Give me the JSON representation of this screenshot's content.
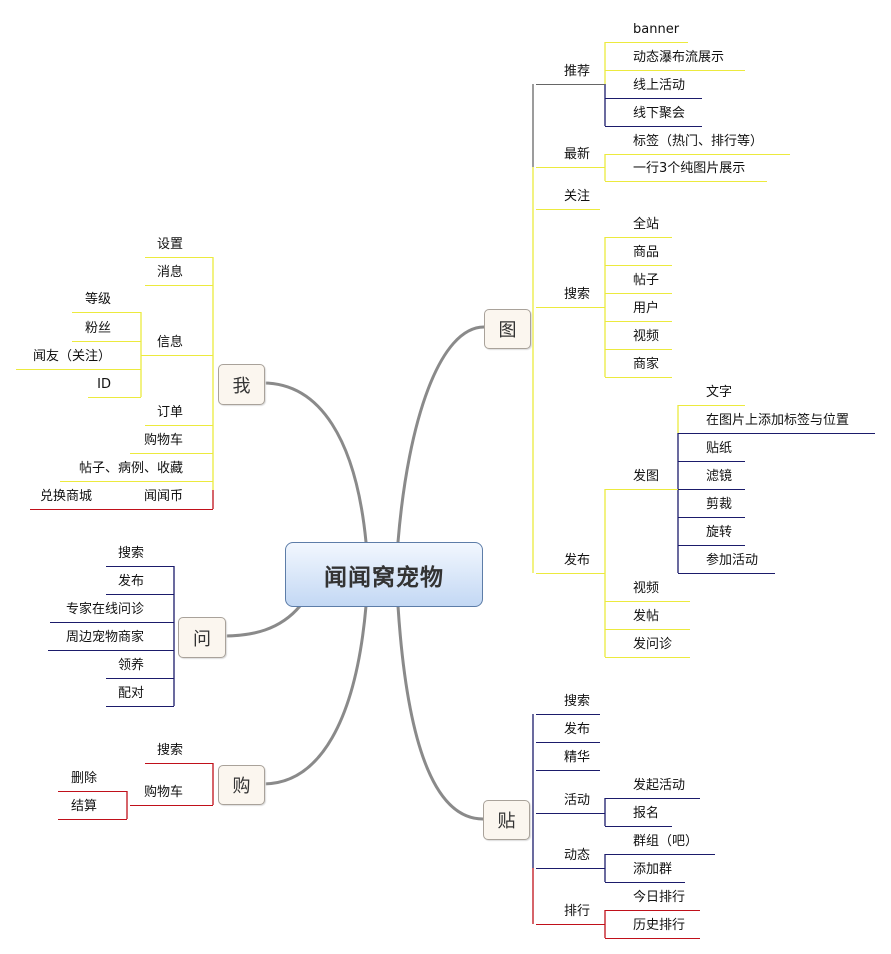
{
  "title": "闻闻窝宠物",
  "colors": {
    "yellow": "#ecea3e",
    "navy": "#1b1b6b",
    "red": "#c0101a",
    "grey": "#666666",
    "link": "#8a8a8a"
  },
  "tu": {
    "label": "图",
    "items": [
      {
        "label": "推荐",
        "children": [
          {
            "label": "banner"
          },
          {
            "label": "动态瀑布流展示"
          },
          {
            "label": "线上活动"
          },
          {
            "label": "线下聚会"
          }
        ]
      },
      {
        "label": "最新",
        "children": [
          {
            "label": "标签（热门、排行等）"
          },
          {
            "label": "一行3个纯图片展示"
          }
        ]
      },
      {
        "label": "关注"
      },
      {
        "label": "搜索",
        "children": [
          {
            "label": "全站"
          },
          {
            "label": "商品"
          },
          {
            "label": "帖子"
          },
          {
            "label": "用户"
          },
          {
            "label": "视频"
          },
          {
            "label": "商家"
          }
        ]
      },
      {
        "label": "发布",
        "children": [
          {
            "label": "发图",
            "children": [
              {
                "label": "文字"
              },
              {
                "label": "在图片上添加标签与位置"
              },
              {
                "label": "贴纸"
              },
              {
                "label": "滤镜"
              },
              {
                "label": "剪裁"
              },
              {
                "label": "旋转"
              },
              {
                "label": "参加活动"
              }
            ]
          },
          {
            "label": "视频"
          },
          {
            "label": "发帖"
          },
          {
            "label": "发问诊"
          }
        ]
      }
    ]
  },
  "tie": {
    "label": "贴",
    "items": [
      {
        "label": "搜索"
      },
      {
        "label": "发布"
      },
      {
        "label": "精华"
      },
      {
        "label": "活动",
        "children": [
          {
            "label": "发起活动"
          },
          {
            "label": "报名"
          }
        ]
      },
      {
        "label": "动态",
        "children": [
          {
            "label": "群组（吧）"
          },
          {
            "label": "添加群"
          }
        ]
      },
      {
        "label": "排行",
        "children": [
          {
            "label": "今日排行"
          },
          {
            "label": "历史排行"
          }
        ]
      }
    ]
  },
  "wo": {
    "label": "我",
    "items": [
      {
        "label": "设置"
      },
      {
        "label": "消息"
      },
      {
        "label": "信息",
        "children": [
          {
            "label": "等级"
          },
          {
            "label": "粉丝"
          },
          {
            "label": "闻友（关注）"
          },
          {
            "label": "ID"
          }
        ]
      },
      {
        "label": "订单"
      },
      {
        "label": "购物车"
      },
      {
        "label": "帖子、病例、收藏"
      },
      {
        "label": "闻闻币",
        "children": [
          {
            "label": "兑换商城"
          }
        ]
      }
    ]
  },
  "wen": {
    "label": "问",
    "items": [
      {
        "label": "搜索"
      },
      {
        "label": "发布"
      },
      {
        "label": "专家在线问诊"
      },
      {
        "label": "周边宠物商家"
      },
      {
        "label": "领养"
      },
      {
        "label": "配对"
      }
    ]
  },
  "gou": {
    "label": "购",
    "items": [
      {
        "label": "搜索"
      },
      {
        "label": "购物车",
        "children": [
          {
            "label": "删除"
          },
          {
            "label": "结算"
          }
        ]
      }
    ]
  }
}
